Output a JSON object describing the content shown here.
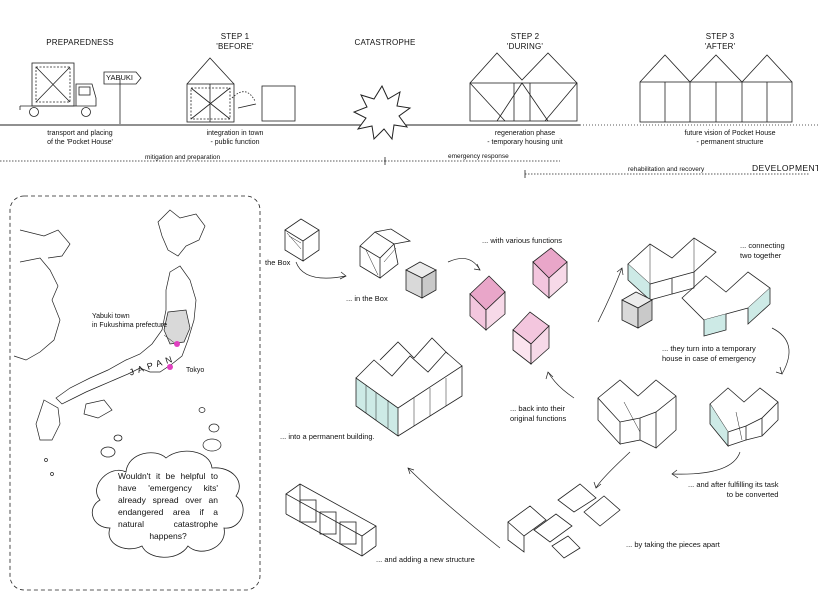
{
  "timeline": {
    "steps": [
      {
        "title": "PREPAREDNESS",
        "caption": "transport and placing\nof the 'Pocket House'"
      },
      {
        "title": "STEP 1\n'BEFORE'",
        "caption": "integration in town\n- public function"
      },
      {
        "title": "CATASTROPHE",
        "caption": ""
      },
      {
        "title": "STEP 2\n'DURING'",
        "caption": "regeneration phase\n- temporary housing unit"
      },
      {
        "title": "STEP 3\n'AFTER'",
        "caption": "future vision of Pocket House\n- permanent structure"
      }
    ],
    "sign_label": "YABUKI",
    "phases": {
      "mitigation": "mitigation and preparation",
      "emergency": "emergency response",
      "rehabilitation": "rehabilitation and recovery",
      "development": "DEVELOPMENT"
    }
  },
  "map": {
    "yabuki_label": "Yabuki town\nin Fukushima prefecture",
    "tokyo_label": "Tokyo",
    "country_label": "JAPAN",
    "cloud_text": "Wouldn't it be helpful to have 'emergency kits' already spread over an endangered area if a natural catastrophe happens?"
  },
  "process": {
    "box": "the Box",
    "in_box": "... in the Box",
    "various": "... with various functions",
    "connecting": "... connecting\ntwo together",
    "temporary": "... they turn into a temporary\nhouse in case of emergency",
    "back": "... back into their\noriginal functions",
    "permanent": "... into a permanent building.",
    "fulfilling": "... and after fulfilling its task\nto be converted",
    "apart": "... by taking the pieces apart",
    "adding": "... and adding a new structure"
  },
  "colors": {
    "pink": "#f3c6de",
    "pink_dark": "#e9a6c9",
    "teal": "#cdeae6",
    "gray": "#d9d9d9",
    "marker": "#e040c0"
  }
}
